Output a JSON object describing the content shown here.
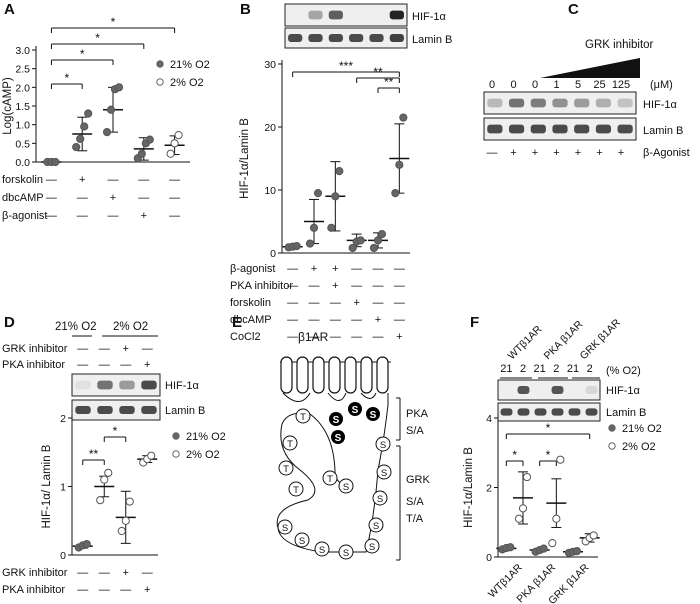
{
  "panels": {
    "A": {
      "letter": "A",
      "legend": [
        "21% O2",
        "2% O2"
      ],
      "significance": [
        "*",
        "*",
        "*",
        "*"
      ],
      "row_labels": [
        "forskolin",
        "dbcAMP",
        "β-agonist"
      ],
      "rows": [
        [
          "—",
          "+",
          "—",
          "—",
          "—"
        ],
        [
          "—",
          "—",
          "+",
          "—",
          "—"
        ],
        [
          "—",
          "—",
          "—",
          "+",
          "—"
        ]
      ]
    },
    "B": {
      "letter": "B",
      "blot_labels": [
        "HIF-1α",
        "Lamin B"
      ],
      "significance": [
        "***",
        "**",
        "**"
      ],
      "row_labels": [
        "β-agonist",
        "PKA inhibitor",
        "forskolin",
        "dbcAMP",
        "CoCl2"
      ],
      "rows": [
        [
          "—",
          "+",
          "+",
          "—",
          "—",
          "—"
        ],
        [
          "—",
          "—",
          "+",
          "—",
          "—",
          "—"
        ],
        [
          "—",
          "—",
          "—",
          "+",
          "—",
          "—"
        ],
        [
          "—",
          "—",
          "—",
          "—",
          "+",
          "—"
        ],
        [
          "—",
          "—",
          "—",
          "—",
          "—",
          "+"
        ]
      ]
    },
    "C": {
      "letter": "C",
      "title": "GRK inhibitor",
      "concentrations": [
        "0",
        "0",
        "0",
        "1",
        "5",
        "25",
        "125"
      ],
      "unit": "(μM)",
      "blot_labels": [
        "HIF-1α",
        "Lamin B"
      ],
      "agonist_label": "β-Agonist",
      "agonist_signs": [
        "—",
        "+",
        "+",
        "+",
        "+",
        "+",
        "+"
      ]
    },
    "D": {
      "letter": "D",
      "group_labels": [
        "21% O2",
        "2% O2"
      ],
      "top_row_labels": [
        "GRK inhibitor",
        "PKA inhibitor"
      ],
      "top_rows": [
        [
          "—",
          "—",
          "+",
          "—"
        ],
        [
          "—",
          "—",
          "—",
          "+"
        ]
      ],
      "blot_labels": [
        "HIF-1α",
        "Lamin B"
      ],
      "legend": [
        "21% O2",
        "2% O2"
      ],
      "significance": [
        "**",
        "*"
      ],
      "row_labels": [
        "GRK inhibitor",
        "PKA inhibitor"
      ],
      "rows": [
        [
          "—",
          "—",
          "+",
          "—"
        ],
        [
          "—",
          "—",
          "—",
          "+"
        ]
      ]
    },
    "E": {
      "letter": "E",
      "receptor_label": "β1AR",
      "pka_label": "PKA",
      "pka_mut": "S/A",
      "grk_label": "GRK",
      "grk_mut1": "S/A",
      "grk_mut2": "T/A",
      "residues": {
        "S": "S",
        "T": "T"
      }
    },
    "F": {
      "letter": "F",
      "constructs": [
        "WTβ1AR",
        "PKA β1AR",
        "GRK β1AR"
      ],
      "o2_values": [
        "21",
        "2",
        "21",
        "2",
        "21",
        "2"
      ],
      "o2_unit": "(% O2)",
      "blot_labels": [
        "HIF-1α",
        "Lamin B"
      ],
      "legend": [
        "21% O2",
        "2% O2"
      ],
      "significance": [
        "*",
        "*",
        "*"
      ],
      "x_labels": [
        "WTβ1AR",
        "PKA β1AR",
        "GRK β1AR"
      ]
    }
  },
  "chart_data": [
    {
      "type": "scatter",
      "panel": "A",
      "ylabel": "Log(cAMP)",
      "ylim": [
        0,
        3.0
      ],
      "yticks": [
        0,
        0.5,
        1.0,
        1.5,
        2.0,
        2.5,
        3.0
      ],
      "ytick_labels": [
        "0.0",
        "0.5",
        "1.0",
        "1.5",
        "2.0",
        "2.5",
        "3.0"
      ],
      "groups": [
        {
          "o2": "21%",
          "mean": 0.0,
          "sd": 0.02,
          "points": [
            0.0,
            0.0,
            0.0
          ]
        },
        {
          "o2": "21%",
          "mean": 0.75,
          "sd": 0.45,
          "points": [
            0.4,
            0.62,
            0.95,
            1.3
          ]
        },
        {
          "o2": "21%",
          "mean": 1.4,
          "sd": 0.6,
          "points": [
            0.8,
            1.4,
            1.95,
            2.0
          ]
        },
        {
          "o2": "21%",
          "mean": 0.35,
          "sd": 0.3,
          "points": [
            0.1,
            0.22,
            0.5,
            0.6
          ]
        },
        {
          "o2": "2%",
          "mean": 0.45,
          "sd": 0.25,
          "points": [
            0.22,
            0.5,
            0.72
          ]
        }
      ]
    },
    {
      "type": "scatter",
      "panel": "B",
      "ylabel": "HIF-1α/Lamin B",
      "ylim": [
        0,
        30
      ],
      "yticks": [
        0,
        10,
        20,
        30
      ],
      "ytick_labels": [
        "0",
        "10",
        "20",
        "30"
      ],
      "groups": [
        {
          "o2": "21%",
          "mean": 1.0,
          "sd": 0.2,
          "points": [
            0.9,
            1.0,
            1.1
          ]
        },
        {
          "o2": "21%",
          "mean": 5.0,
          "sd": 3.5,
          "points": [
            1.5,
            4.0,
            9.5
          ]
        },
        {
          "o2": "21%",
          "mean": 9.0,
          "sd": 5.5,
          "points": [
            4.0,
            9.0,
            13.0
          ]
        },
        {
          "o2": "21%",
          "mean": 2.0,
          "sd": 1.0,
          "points": [
            0.8,
            1.8,
            2.0
          ]
        },
        {
          "o2": "21%",
          "mean": 2.0,
          "sd": 1.2,
          "points": [
            0.8,
            2.0,
            3.0
          ]
        },
        {
          "o2": "21%",
          "mean": 15.0,
          "sd": 5.5,
          "points": [
            9.5,
            14.0,
            21.5
          ]
        }
      ]
    },
    {
      "type": "scatter",
      "panel": "D",
      "ylabel": "HIF-1α/ Lamin B",
      "ylim": [
        0,
        2
      ],
      "yticks": [
        0,
        1,
        2
      ],
      "ytick_labels": [
        "0",
        "1",
        "2"
      ],
      "groups": [
        {
          "o2": "21%",
          "mean": 0.13,
          "sd": 0.03,
          "points": [
            0.11,
            0.14,
            0.16
          ]
        },
        {
          "o2": "2%",
          "mean": 1.0,
          "sd": 0.15,
          "points": [
            0.8,
            1.1,
            1.2
          ]
        },
        {
          "o2": "2%",
          "mean": 0.55,
          "sd": 0.38,
          "points": [
            0.35,
            0.5,
            0.78
          ]
        },
        {
          "o2": "2%",
          "mean": 1.4,
          "sd": 0.05,
          "points": [
            1.35,
            1.4,
            1.45
          ]
        }
      ]
    },
    {
      "type": "scatter",
      "panel": "F",
      "ylabel": "HIF-1α/Lamin B",
      "ylim": [
        0,
        4
      ],
      "yticks": [
        0,
        2,
        4
      ],
      "ytick_labels": [
        "0",
        "2",
        "4"
      ],
      "groups": [
        {
          "o2": "21%",
          "mean": 0.25,
          "sd": 0.04,
          "points": [
            0.22,
            0.26,
            0.28
          ]
        },
        {
          "o2": "2%",
          "mean": 1.7,
          "sd": 0.75,
          "points": [
            1.1,
            1.4,
            2.3
          ]
        },
        {
          "o2": "21%",
          "mean": 0.2,
          "sd": 0.05,
          "points": [
            0.15,
            0.2,
            0.24
          ]
        },
        {
          "o2": "2%",
          "mean": 1.55,
          "sd": 0.7,
          "points": [
            0.4,
            1.1,
            2.8
          ]
        },
        {
          "o2": "21%",
          "mean": 0.15,
          "sd": 0.03,
          "points": [
            0.12,
            0.15,
            0.17
          ]
        },
        {
          "o2": "2%",
          "mean": 0.55,
          "sd": 0.12,
          "points": [
            0.45,
            0.55,
            0.62
          ]
        }
      ]
    }
  ]
}
